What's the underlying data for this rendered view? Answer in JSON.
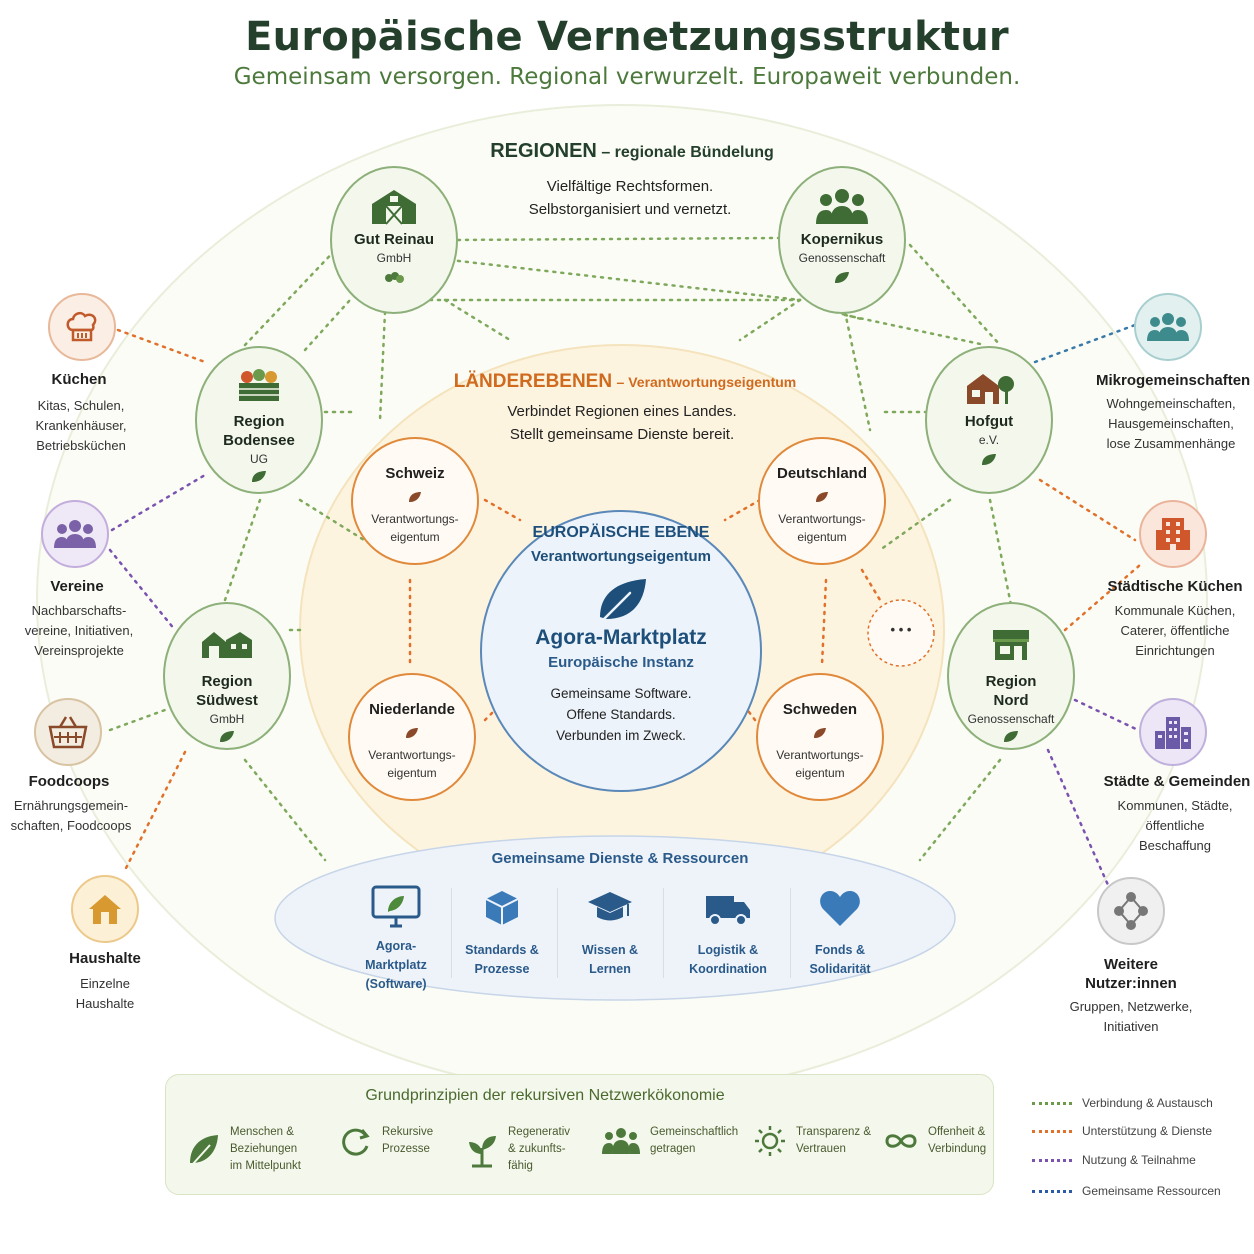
{
  "header": {
    "title": "Europäische Vernetzungsstruktur",
    "subtitle": "Gemeinsam versorgen. Regional verwurzelt. Europaweit verbunden."
  },
  "regionen": {
    "heading_bold": "REGIONEN",
    "heading_rest": "– regionale Bündelung",
    "line1": "Vielfältige Rechtsformen.",
    "line2": "Selbstorganisiert und vernetzt."
  },
  "laender": {
    "heading_bold": "LÄNDEREBENEN",
    "heading_rest": "– Verantwortungseigentum",
    "line1": "Verbindet Regionen eines Landes.",
    "line2": "Stellt gemeinsame Dienste bereit."
  },
  "regions": [
    {
      "name": "Gut Reinau",
      "form": "GmbH",
      "icon": "barn-icon"
    },
    {
      "name": "Kopernikus",
      "form": "Genossenschaft",
      "icon": "group-icon"
    },
    {
      "name": "Region Bodensee",
      "form": "UG",
      "icon": "crate-icon"
    },
    {
      "name": "Hofgut",
      "form": "e.V.",
      "icon": "farmhouse-icon"
    },
    {
      "name": "Region Südwest",
      "form": "GmbH",
      "icon": "farm-buildings-icon"
    },
    {
      "name": "Region Nord",
      "form": "Genossenschaft",
      "icon": "shop-icon"
    }
  ],
  "countries": [
    {
      "name": "Schweiz",
      "sub1": "Verantwortungs-",
      "sub2": "eigentum"
    },
    {
      "name": "Deutschland",
      "sub1": "Verantwortungs-",
      "sub2": "eigentum"
    },
    {
      "name": "Niederlande",
      "sub1": "Verantwortungs-",
      "sub2": "eigentum"
    },
    {
      "name": "Schweden",
      "sub1": "Verantwortungs-",
      "sub2": "eigentum"
    }
  ],
  "more_countries": "• • •",
  "central": {
    "level": "EUROPÄISCHE EBENE",
    "ownership": "Verantwortungseigentum",
    "name": "Agora-Marktplatz",
    "instance": "Europäische Instanz",
    "line1": "Gemeinsame Software.",
    "line2": "Offene Standards.",
    "line3": "Verbunden im Zweck."
  },
  "services": {
    "heading": "Gemeinsame Dienste & Ressourcen",
    "items": [
      {
        "l1": "Agora-",
        "l2": "Marktplatz",
        "l3": "(Software)",
        "icon": "monitor-icon"
      },
      {
        "l1": "Standards &",
        "l2": "Prozesse",
        "l3": "",
        "icon": "cube-icon"
      },
      {
        "l1": "Wissen &",
        "l2": "Lernen",
        "l3": "",
        "icon": "graduation-cap-icon"
      },
      {
        "l1": "Logistik &",
        "l2": "Koordination",
        "l3": "",
        "icon": "truck-icon"
      },
      {
        "l1": "Fonds &",
        "l2": "Solidarität",
        "l3": "",
        "icon": "heart-icon"
      }
    ]
  },
  "left_users": [
    {
      "title": "Küchen",
      "d1": "Kitas, Schulen,",
      "d2": "Krankenhäuser,",
      "d3": "Betriebsküchen",
      "icon": "chef-hat-icon",
      "color": "#d8774a"
    },
    {
      "title": "Vereine",
      "d1": "Nachbarschafts-",
      "d2": "vereine, Initiativen,",
      "d3": "Vereinsprojekte",
      "icon": "people-icon",
      "color": "#7b62a8"
    },
    {
      "title": "Foodcoops",
      "d1": "Ernährungsgemein-",
      "d2": "schaften, Foodcoops",
      "d3": "",
      "icon": "basket-icon",
      "color": "#8a6a3a"
    },
    {
      "title": "Haushalte",
      "d1": "Einzelne",
      "d2": "Haushalte",
      "d3": "",
      "icon": "house-icon",
      "color": "#d89a30"
    }
  ],
  "right_users": [
    {
      "title": "Mikrogemeinschaften",
      "d1": "Wohngemeinschaften,",
      "d2": "Hausgemeinschaften,",
      "d3": "lose Zusammenhänge",
      "icon": "community-icon",
      "color": "#3e8b8e"
    },
    {
      "title": "Städtische Küchen",
      "d1": "Kommunale Küchen,",
      "d2": "Caterer, öffentliche",
      "d3": "Einrichtungen",
      "icon": "building-icon",
      "color": "#d0562b"
    },
    {
      "title": "Städte & Gemeinden",
      "d1": "Kommunen, Städte,",
      "d2": "öffentliche",
      "d3": "Beschaffung",
      "icon": "city-icon",
      "color": "#6a5aa8"
    },
    {
      "title": "Weitere Nutzer:innen",
      "d1": "Gruppen, Netzwerke,",
      "d2": "Initiativen",
      "d3": "",
      "icon": "network-icon",
      "color": "#777777"
    }
  ],
  "principles": {
    "heading": "Grundprinzipien der rekursiven Netzwerkökonomie",
    "items": [
      {
        "l1": "Menschen &",
        "l2": "Beziehungen",
        "l3": "im Mittelpunkt",
        "icon": "leaf-icon"
      },
      {
        "l1": "Rekursive",
        "l2": "Prozesse",
        "l3": "",
        "icon": "cycle-icon"
      },
      {
        "l1": "Regenerativ",
        "l2": "& zukunfts-",
        "l3": "fähig",
        "icon": "sprout-icon"
      },
      {
        "l1": "Gemeinschaftlich",
        "l2": "getragen",
        "l3": "",
        "icon": "people-icon"
      },
      {
        "l1": "Transparenz &",
        "l2": "Vertrauen",
        "l3": "",
        "icon": "sun-icon"
      },
      {
        "l1": "Offenheit &",
        "l2": "Verbindung",
        "l3": "",
        "icon": "infinity-icon"
      }
    ]
  },
  "legend": [
    {
      "label": "Verbindung & Austausch",
      "color": "#6a9a4a"
    },
    {
      "label": "Unterstützung & Dienste",
      "color": "#e0702a"
    },
    {
      "label": "Nutzung & Teilnahme",
      "color": "#7a52b0"
    },
    {
      "label": "Gemeinsame Ressourcen",
      "color": "#2a5aa8"
    }
  ]
}
